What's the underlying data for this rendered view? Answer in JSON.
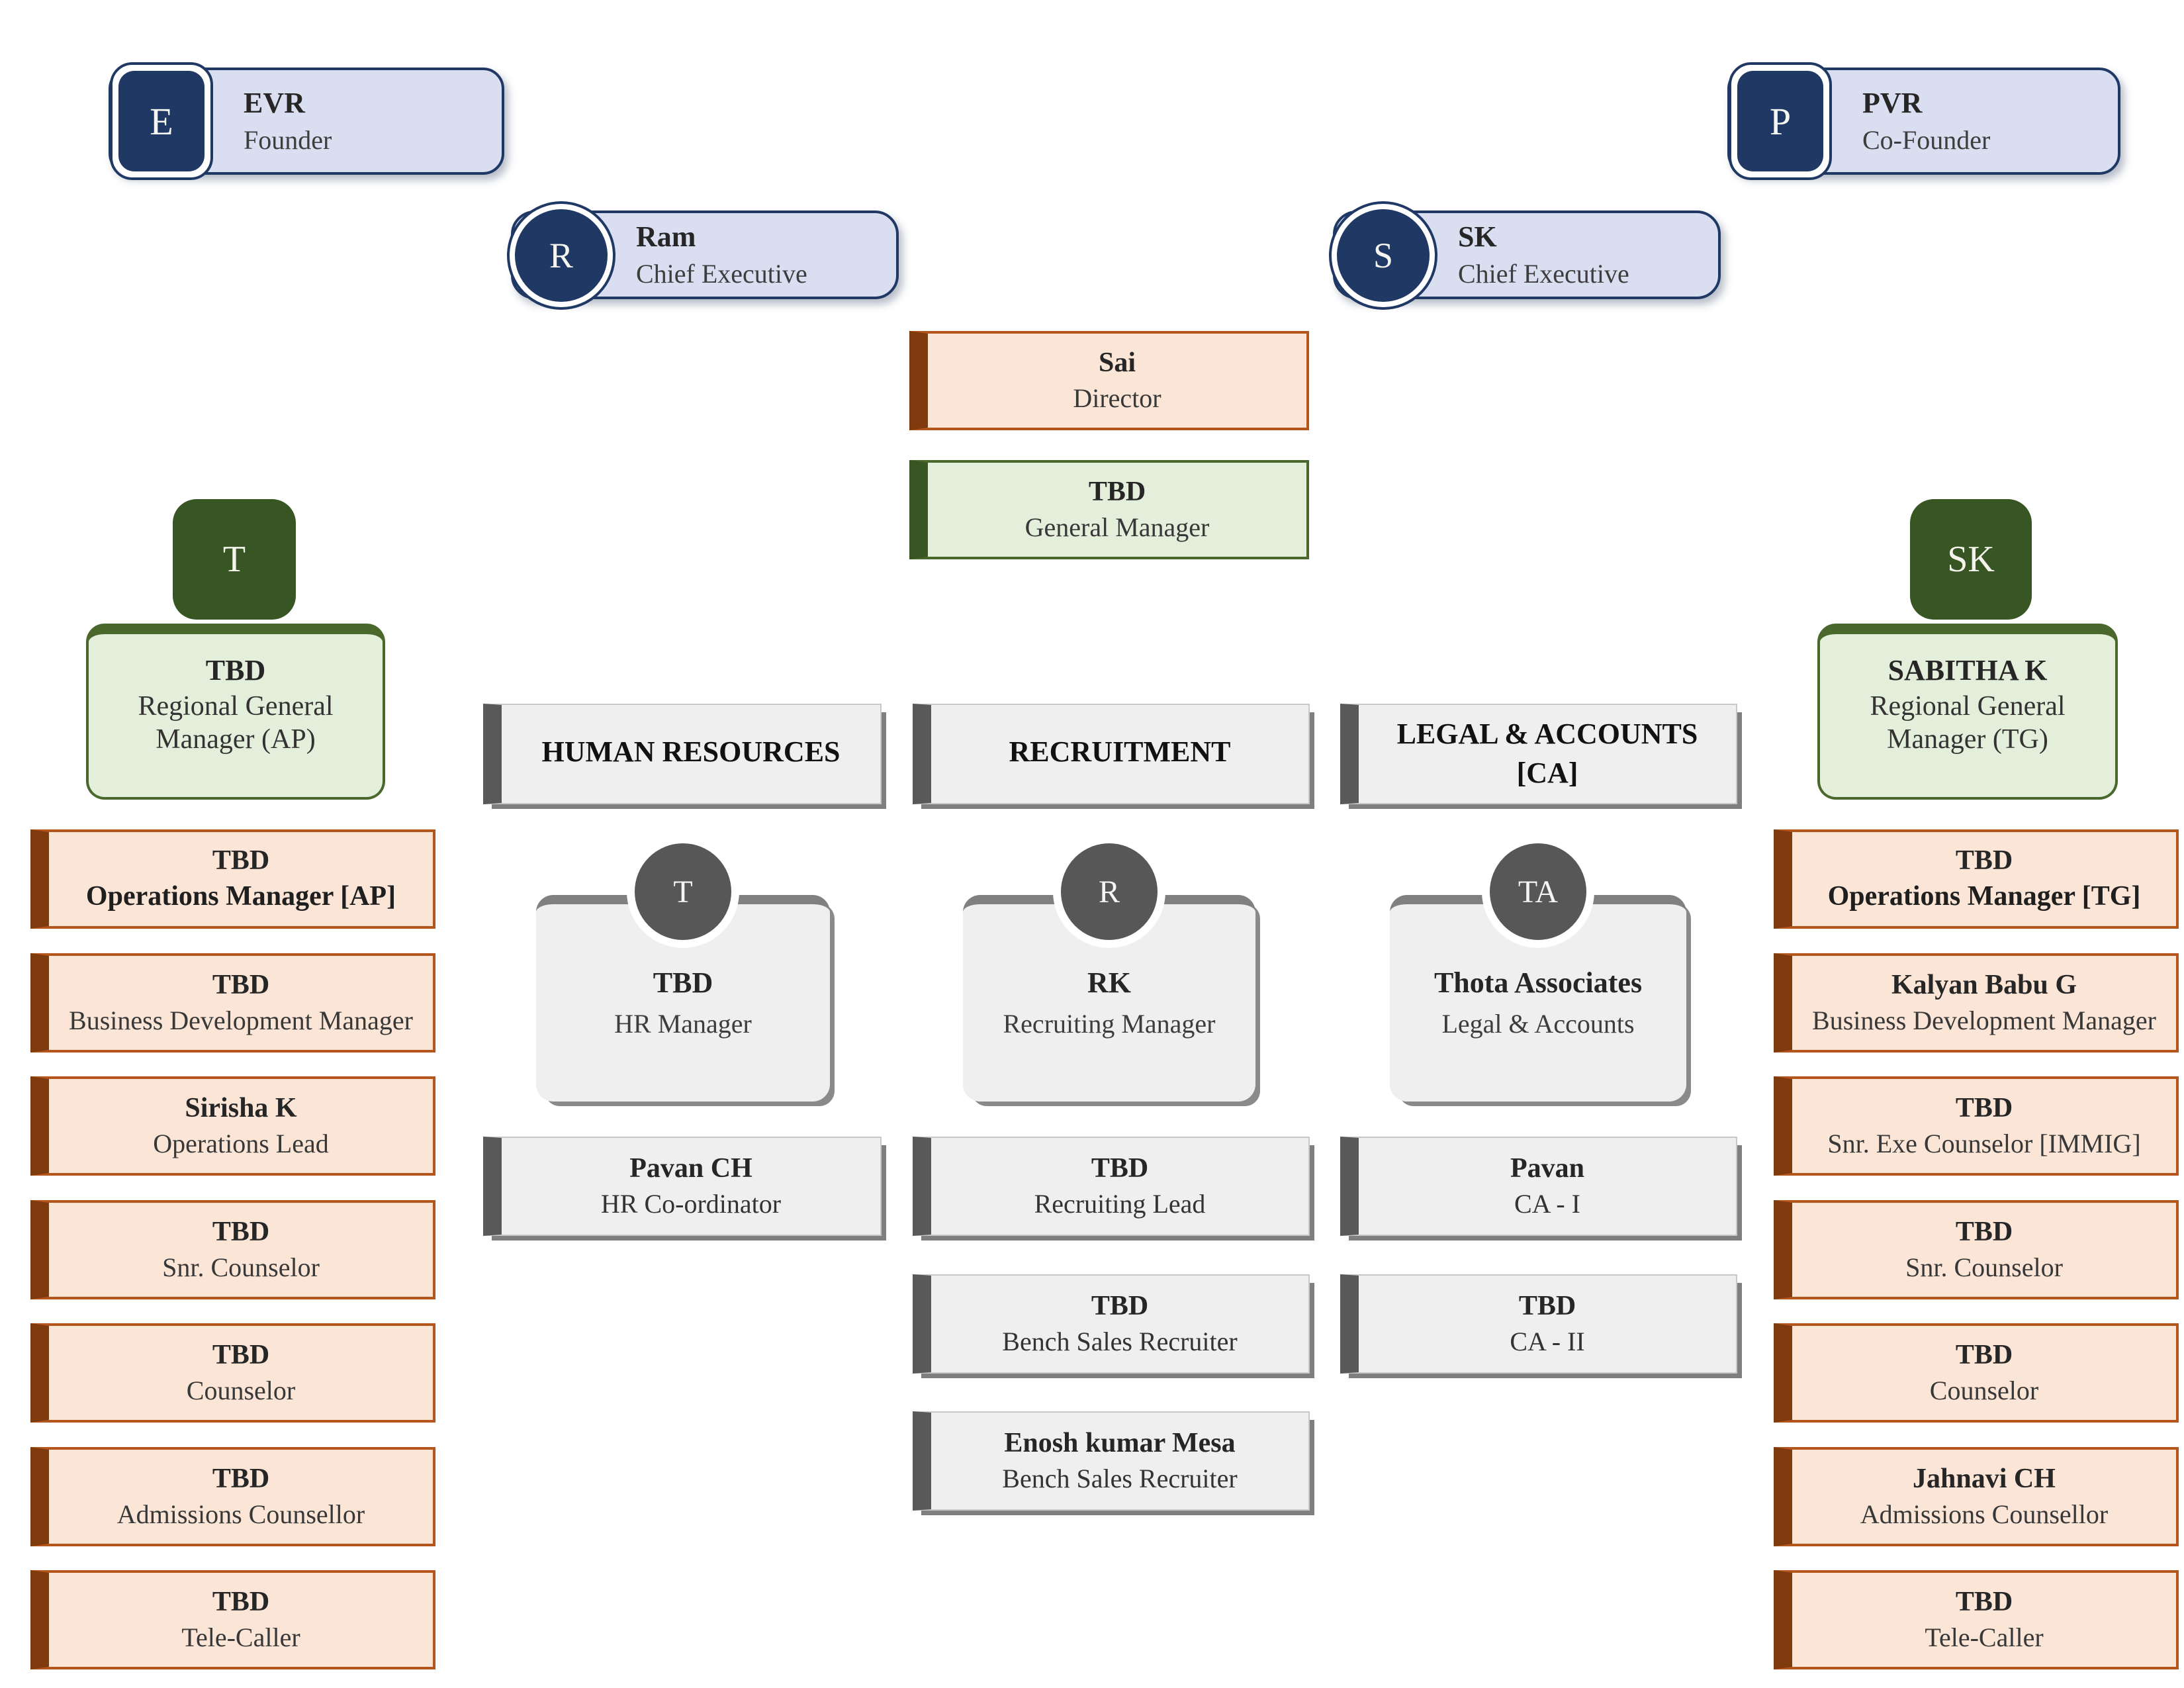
{
  "colors": {
    "navy": "#1F3864",
    "blue_fill": "#D9DEF1",
    "green_dark": "#375623",
    "green_mid": "#4A682C",
    "green_fill": "#E4EFDB",
    "brown_dark": "#7F3B0E",
    "orange_border": "#B4561B",
    "peach_fill": "#FBE5D6",
    "gray_fill": "#EFEFEF",
    "gray_dark": "#595959",
    "gray_shadow": "#7F7F7F"
  },
  "founders": [
    {
      "initial": "E",
      "name": "EVR",
      "title": "Founder"
    },
    {
      "initial": "P",
      "name": "PVR",
      "title": "Co-Founder"
    }
  ],
  "executives": [
    {
      "initial": "R",
      "name": "Ram",
      "title": "Chief Executive"
    },
    {
      "initial": "S",
      "name": "SK",
      "title": "Chief Executive"
    }
  ],
  "director": {
    "name": "Sai",
    "title": "Director"
  },
  "general_manager": {
    "name": "TBD",
    "title": "General Manager"
  },
  "regional": [
    {
      "initial": "T",
      "name": "TBD",
      "title": "Regional General Manager (AP)"
    },
    {
      "initial": "SK",
      "name": "SABITHA K",
      "title": "Regional General Manager (TG)"
    }
  ],
  "departments": [
    {
      "header": "HUMAN RESOURCES",
      "header2": "",
      "manager": {
        "initials": "T",
        "name": "TBD",
        "title": "HR Manager"
      },
      "staff": [
        {
          "name": "Pavan CH",
          "title": "HR Co-ordinator"
        }
      ]
    },
    {
      "header": "RECRUITMENT",
      "header2": "",
      "manager": {
        "initials": "R",
        "name": "RK",
        "title": "Recruiting Manager"
      },
      "staff": [
        {
          "name": "TBD",
          "title": "Recruiting Lead"
        },
        {
          "name": "TBD",
          "title": "Bench Sales Recruiter"
        },
        {
          "name": "Enosh kumar Mesa",
          "title": "Bench Sales Recruiter"
        }
      ]
    },
    {
      "header": "LEGAL & ACCOUNTS",
      "header2": "[CA]",
      "manager": {
        "initials": "TA",
        "name": "Thota Associates",
        "title": "Legal & Accounts"
      },
      "staff": [
        {
          "name": "Pavan",
          "title": "CA - I"
        },
        {
          "name": "TBD",
          "title": "CA - II"
        }
      ]
    }
  ],
  "ap_team": [
    {
      "name": "TBD",
      "title": "Operations Manager [AP]"
    },
    {
      "name": "TBD",
      "title": "Business Development Manager"
    },
    {
      "name": "Sirisha K",
      "title": "Operations Lead"
    },
    {
      "name": "TBD",
      "title": "Snr. Counselor"
    },
    {
      "name": "TBD",
      "title": "Counselor"
    },
    {
      "name": "TBD",
      "title": "Admissions Counsellor"
    },
    {
      "name": "TBD",
      "title": "Tele-Caller"
    }
  ],
  "tg_team": [
    {
      "name": "TBD",
      "title": "Operations Manager [TG]"
    },
    {
      "name": "Kalyan Babu G",
      "title": "Business Development Manager"
    },
    {
      "name": "TBD",
      "title": "Snr. Exe Counselor [IMMIG]"
    },
    {
      "name": "TBD",
      "title": "Snr. Counselor"
    },
    {
      "name": "TBD",
      "title": "Counselor"
    },
    {
      "name": "Jahnavi CH",
      "title": "Admissions Counsellor"
    },
    {
      "name": "TBD",
      "title": "Tele-Caller"
    }
  ]
}
